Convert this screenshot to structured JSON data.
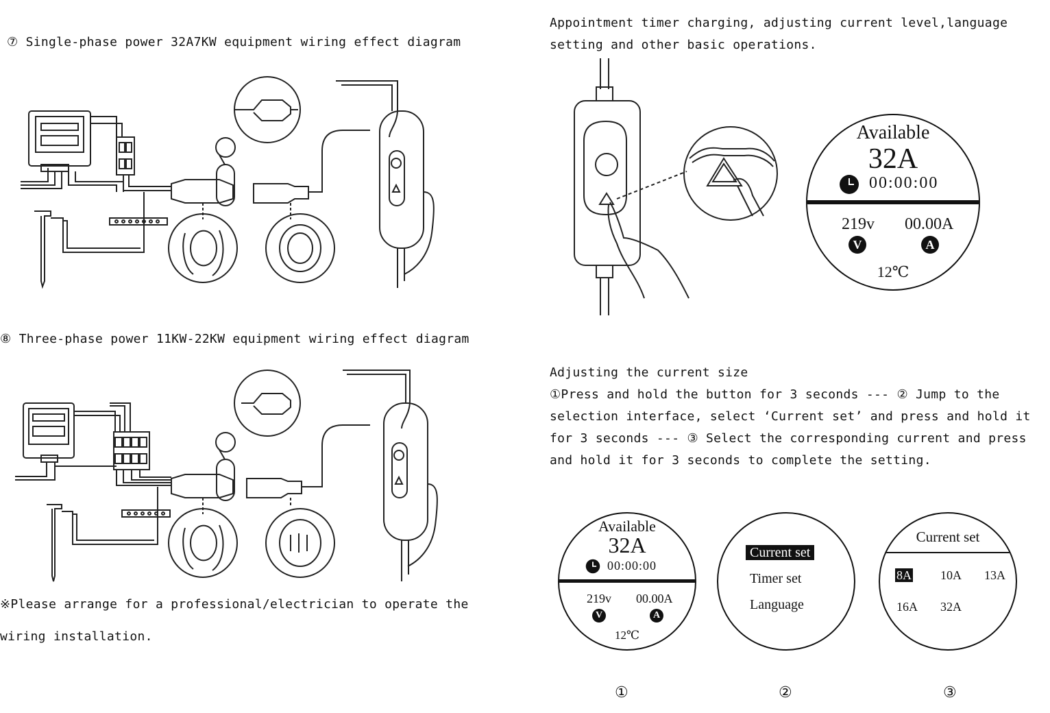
{
  "left": {
    "caption7": "⑦ Single-phase power 32A7KW equipment wiring effect diagram",
    "caption8": "⑧ Three-phase power 11KW-22KW equipment wiring effect diagram",
    "note_line1": "※Please arrange for a professional/electrician to operate the",
    "note_line2": "wiring installation."
  },
  "right": {
    "intro_line1": "Appointment timer charging, adjusting current level,language",
    "intro_line2": "setting and other basic operations.",
    "adjust_heading": "Adjusting the current size",
    "adjust_lines": [
      "①Press and hold the button for 3 seconds --- ② Jump to the",
      "selection interface, select ‘Current set’ and press and hold it",
      "for 3 seconds --- ③ Select the corresponding current and press",
      "and hold it for 3 seconds to complete the setting."
    ]
  },
  "display_main": {
    "status": "Available",
    "current": "32A",
    "timer": "00:00:00",
    "voltage": "219v",
    "amps": "00.00A",
    "v_icon": "V",
    "a_icon": "A",
    "temp": "12℃"
  },
  "menu_screen": {
    "items": [
      "Current set",
      "Timer set",
      "Language"
    ]
  },
  "current_set_screen": {
    "title": "Current set",
    "options_row1": [
      "8A",
      "10A",
      "13A"
    ],
    "options_row2": [
      "16A",
      "32A"
    ]
  },
  "step_numbers": [
    "①",
    "②",
    "③"
  ]
}
